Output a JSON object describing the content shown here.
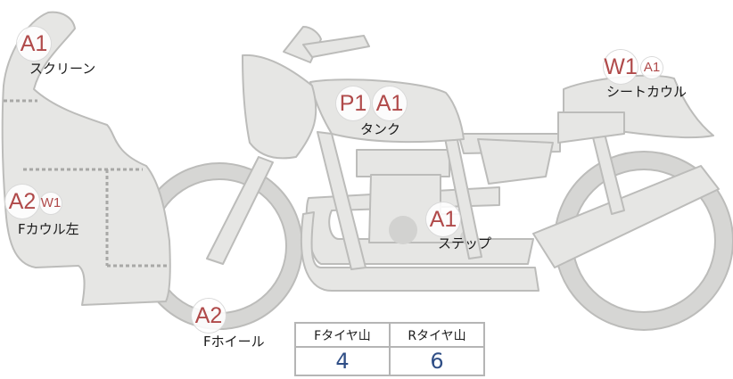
{
  "parts": [
    {
      "id": "screen",
      "label": "スクリーン",
      "codes": [
        {
          "text": "A1",
          "size": "big"
        }
      ]
    },
    {
      "id": "seat-cowl",
      "label": "シートカウル",
      "codes": [
        {
          "text": "W1",
          "size": "big"
        },
        {
          "text": "A1",
          "size": "small"
        }
      ]
    },
    {
      "id": "tank",
      "label": "タンク",
      "codes": [
        {
          "text": "P1",
          "size": "big"
        },
        {
          "text": "A1",
          "size": "big"
        }
      ]
    },
    {
      "id": "front-cowl-left",
      "label": "Fカウル左",
      "codes": [
        {
          "text": "A2",
          "size": "big"
        },
        {
          "text": "W1",
          "size": "small"
        }
      ]
    },
    {
      "id": "step",
      "label": "ステップ",
      "codes": [
        {
          "text": "A1",
          "size": "big"
        }
      ]
    },
    {
      "id": "front-wheel",
      "label": "Fホイール",
      "codes": [
        {
          "text": "A2",
          "size": "big"
        }
      ]
    }
  ],
  "tread_table": {
    "headers": [
      "Fタイヤ山",
      "Rタイヤ山"
    ],
    "values": [
      "4",
      "6"
    ]
  },
  "colors": {
    "body_fill": "#e6e6e4",
    "body_stroke": "#bcbcba",
    "code_red": "#b04a4a",
    "value_blue": "#2f4e86"
  }
}
